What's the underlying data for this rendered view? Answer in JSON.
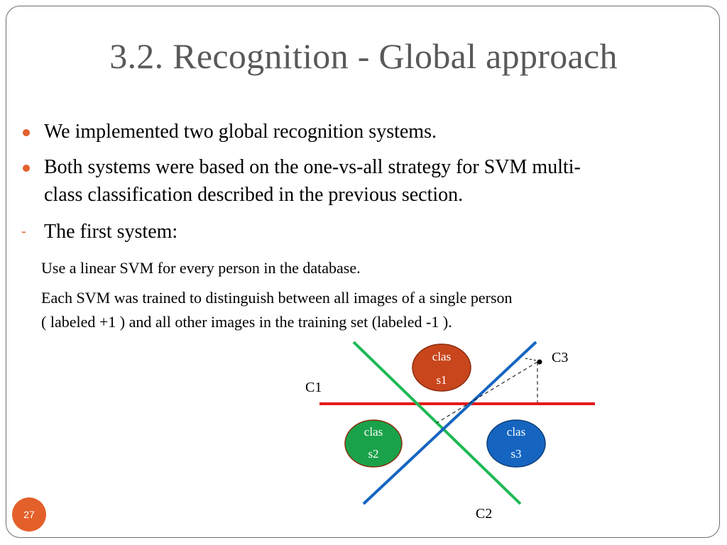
{
  "slide": {
    "title": "3.2. Recognition - Global approach",
    "bullets": [
      "We implemented two global recognition systems.",
      "Both systems were based on the one-vs-all strategy for SVM multi-",
      "class classification described in the previous section."
    ],
    "sub_bullet": "The first system:",
    "paragraphs": [
      "Use a linear SVM for every person in the database.",
      "Each SVM was trained to distinguish between all images of a single person",
      "( labeled +1 ) and all other images in the training set (labeled -1 )."
    ],
    "page_number": "27"
  },
  "diagram": {
    "line_labels": {
      "c1": "C1",
      "c2": "C2",
      "c3": "C3"
    },
    "classes": [
      {
        "line1": "clas",
        "line2": "s1",
        "color": "#c9461d"
      },
      {
        "line1": "clas",
        "line2": "s2",
        "color": "#1aa24a"
      },
      {
        "line1": "clas",
        "line2": "s3",
        "color": "#1565c0"
      }
    ],
    "line_colors": {
      "c1": "#e31b1b",
      "c2": "#1db954",
      "c3": "#1565c0"
    }
  },
  "colors": {
    "title": "#595959",
    "accent": "#e3602a",
    "frame": "#6d6d6d"
  }
}
